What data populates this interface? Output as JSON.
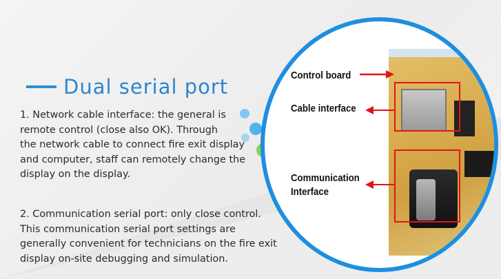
{
  "heading": {
    "text": "Dual serial port"
  },
  "paragraph1": {
    "lines": [
      "1. Network cable interface: the general is",
      " remote control (close also OK). Through",
      "the network cable to connect fire exit display",
      "and computer, staff can remotely change the",
      "display on the display."
    ]
  },
  "paragraph2": {
    "lines": [
      "2. Communication serial port: only close control.",
      " This communication serial port settings are",
      "generally convenient for technicians on the fire exit",
      "display on-site debugging and simulation."
    ]
  },
  "photo_callouts": {
    "control_board": "Control board",
    "cable_interface": "Cable interface",
    "communication_line1": "Communication",
    "communication_line2": "Interface"
  },
  "colors": {
    "accent_blue": "#2b86cf",
    "circle_border": "#1e8fe0",
    "callout_red": "#e0151a"
  }
}
